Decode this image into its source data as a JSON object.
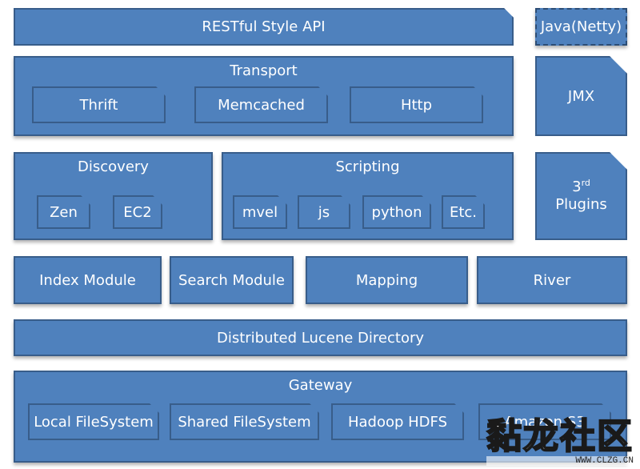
{
  "diagram": {
    "api": "RESTful Style API",
    "java_netty": "Java(Netty)",
    "transport": {
      "title": "Transport",
      "items": [
        "Thrift",
        "Memcached",
        "Http"
      ]
    },
    "jmx": "JMX",
    "discovery": {
      "title": "Discovery",
      "items": [
        "Zen",
        "EC2"
      ]
    },
    "scripting": {
      "title": "Scripting",
      "items": [
        "mvel",
        "js",
        "python",
        "Etc."
      ]
    },
    "plugins": {
      "superscript_base": "3",
      "superscript": "rd",
      "label": "Plugins"
    },
    "modules": [
      "Index Module",
      "Search Module",
      "Mapping",
      "River"
    ],
    "lucene": "Distributed Lucene Directory",
    "gateway": {
      "title": "Gateway",
      "items": [
        "Local FileSystem",
        "Shared FileSystem",
        "Hadoop HDFS",
        "Amazon S3"
      ]
    }
  },
  "watermark": {
    "logo_text": "黏龙社区",
    "url": "WWW.CLZG.CN"
  },
  "colors": {
    "block_fill": "#4f81bd",
    "block_border": "#385d8a",
    "text": "#ffffff"
  }
}
